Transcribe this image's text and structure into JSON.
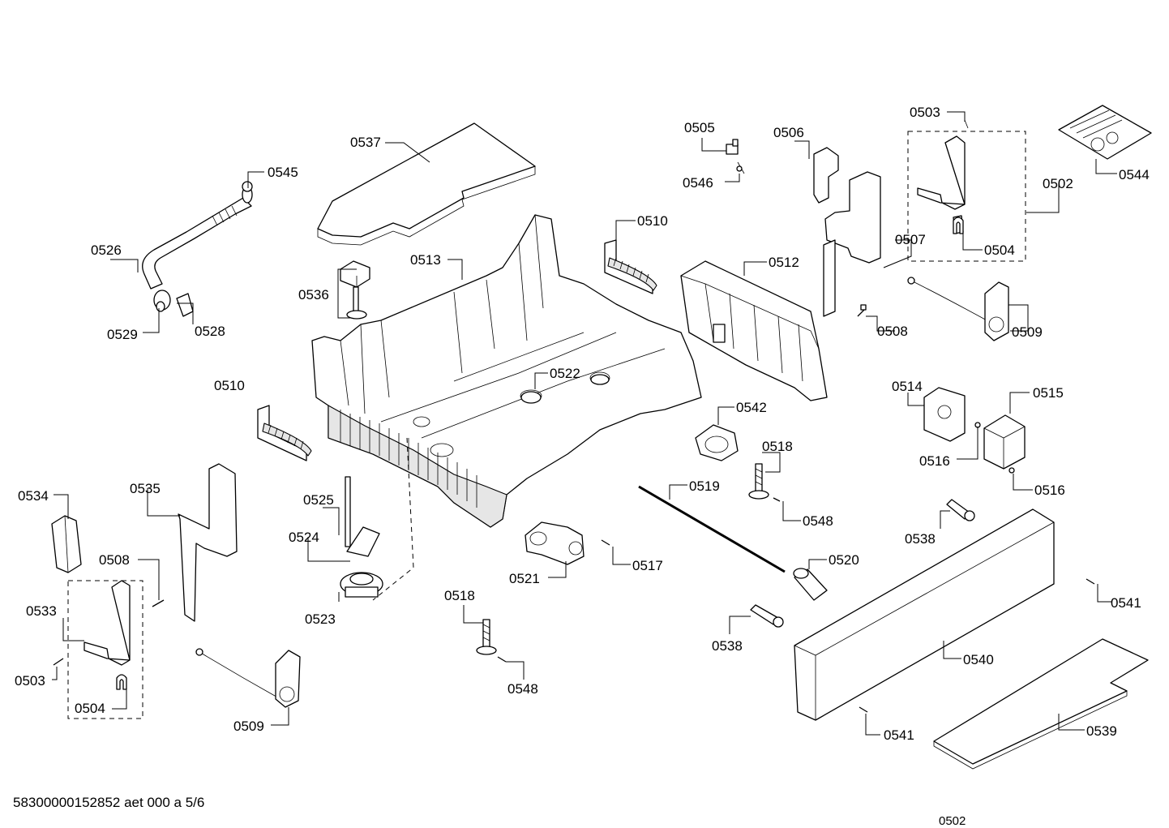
{
  "diagram": {
    "callouts": [
      "0537",
      "0545",
      "0526",
      "0529",
      "0528",
      "0536",
      "0513",
      "0510",
      "0505",
      "0546",
      "0506",
      "0512",
      "0507",
      "0503",
      "0502",
      "0544",
      "0504",
      "0508",
      "0509",
      "0522",
      "0542",
      "0514",
      "0515",
      "0516",
      "0518",
      "0534",
      "0535",
      "0525",
      "0524",
      "0523",
      "0519",
      "0520",
      "0521",
      "0517",
      "0533",
      "0548",
      "0538",
      "0541",
      "0540",
      "0539"
    ]
  },
  "footer": {
    "doc_ref": "58300000152852 aet 000 a 5/6",
    "page_id": "0502"
  }
}
